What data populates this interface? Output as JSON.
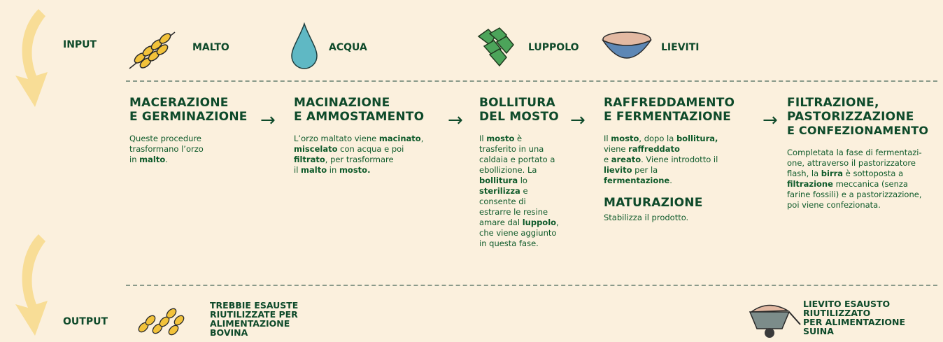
{
  "input_label": "INPUT",
  "output_label": "OUTPUT",
  "ingredients": [
    {
      "icon": "malt-icon",
      "label": "MALTO"
    },
    {
      "icon": "water-drop-icon",
      "label": "ACQUA"
    },
    {
      "icon": "hops-icon",
      "label": "LUPPOLO"
    },
    {
      "icon": "yeast-bowl-icon",
      "label": "LIEVITI"
    }
  ],
  "steps": [
    {
      "title1": "MACERAZIONE",
      "title2": "E GERMINAZIONE",
      "text": [
        "Queste procedure",
        "trasformano l’orzo",
        "in <b>malto</b>."
      ]
    },
    {
      "title1": "MACINAZIONE",
      "title2": "E AMMOSTAMENTO",
      "text": [
        "L’orzo maltato viene <b>macinato</b>,",
        "<b>miscelato</b> con acqua e poi",
        "<b>filtrato</b>, per trasformare",
        "il <b>malto</b> in <b>mosto.</b>"
      ]
    },
    {
      "title1": "BOLLITURA",
      "title2": "DEL MOSTO",
      "text": [
        "Il <b>mosto</b> è",
        "trasferito in una",
        "caldaia e portato a",
        "ebollizione. La",
        "<b>bollitura</b> lo",
        "<b>sterilizza</b> e",
        "consente di",
        "estrarre le resine",
        "amare dal <b>luppolo</b>,",
        "che viene aggiunto",
        "in questa fase."
      ]
    },
    {
      "title1": "RAFFREDDAMENTO",
      "title2": "E FERMENTAZIONE",
      "text": [
        "Il <b>mosto</b>, dopo la <b>bollitura,</b>",
        "viene <b>raffreddato</b>",
        "e <b>areato</b>. Viene introdotto il",
        "<b>lievito</b> per la",
        "<b>fermentazione</b>."
      ],
      "sub_title": "MATURAZIONE",
      "sub_text": "Stabilizza il prodotto."
    },
    {
      "title1": "FILTRAZIONE,",
      "title2": "PASTORIZZAZIONE",
      "title3": "E CONFEZIONAMENTO",
      "text": [
        "Completata la fase di fermentazi-",
        "one, attraverso il pastorizzatore",
        "flash, la <b>birra</b> è sottoposta a",
        "<b>filtrazione</b> meccanica (senza",
        "farine fossili) e a pastorizzazione,",
        "poi viene confezionata."
      ]
    }
  ],
  "outputs": [
    {
      "icon": "spent-grain-icon",
      "lines": [
        "TREBBIE ESAUSTE",
        "RIUTILIZZATE PER",
        "ALIMENTAZIONE",
        "BOVINA"
      ]
    },
    {
      "icon": "wheelbarrow-icon",
      "lines": [
        "LIEVITO ESAUSTO",
        "RIUTILIZZATO",
        "PER ALIMENTAZIONE",
        "SUINA"
      ]
    }
  ],
  "colors": {
    "background": "#fbf0dd",
    "text": "#0e4a2a",
    "accent_yellow": "#f2c23a",
    "water": "#5fb8c4",
    "hops": "#4ca45a",
    "bowl": "#5d87b5"
  }
}
